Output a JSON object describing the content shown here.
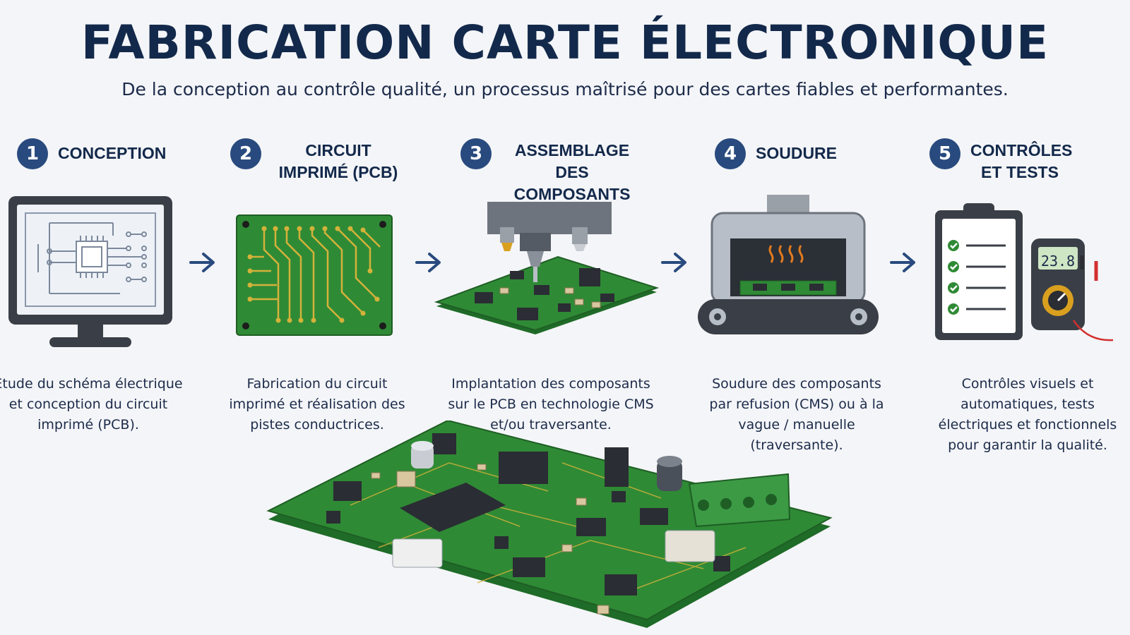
{
  "title": "FABRICATION CARTE ÉLECTRONIQUE",
  "subtitle": "De la conception au contrôle qualité, un processus maîtrisé pour des cartes fiables et performantes.",
  "colors": {
    "accent": "#284a7e",
    "pcb_green": "#2f8a35",
    "trace_gold": "#d4b23a",
    "dark": "#3a3f47"
  },
  "steps": [
    {
      "number": "1",
      "title": "CONCEPTION",
      "description": "Étude du schéma électrique et conception du circuit imprimé (PCB).",
      "icon": "monitor-schematic-icon"
    },
    {
      "number": "2",
      "title": "CIRCUIT IMPRIMÉ (PCB)",
      "description": "Fabrication du circuit imprimé et réalisation des pistes conductrices.",
      "icon": "pcb-board-icon"
    },
    {
      "number": "3",
      "title": "ASSEMBLAGE DES COMPOSANTS",
      "description": "Implantation des composants sur le PCB en technologie CMS et/ou traversante.",
      "icon": "pick-and-place-icon"
    },
    {
      "number": "4",
      "title": "SOUDURE",
      "description": "Soudure des composants par refusion (CMS) ou à la vague / manuelle (traversante).",
      "icon": "reflow-oven-icon"
    },
    {
      "number": "5",
      "title": "CONTRÔLES ET TESTS",
      "description": "Contrôles visuels et automatiques, tests électriques et fonctionnels pour garantir la qualité.",
      "icon": "checklist-multimeter-icon"
    }
  ],
  "multimeter_reading": "23.8"
}
